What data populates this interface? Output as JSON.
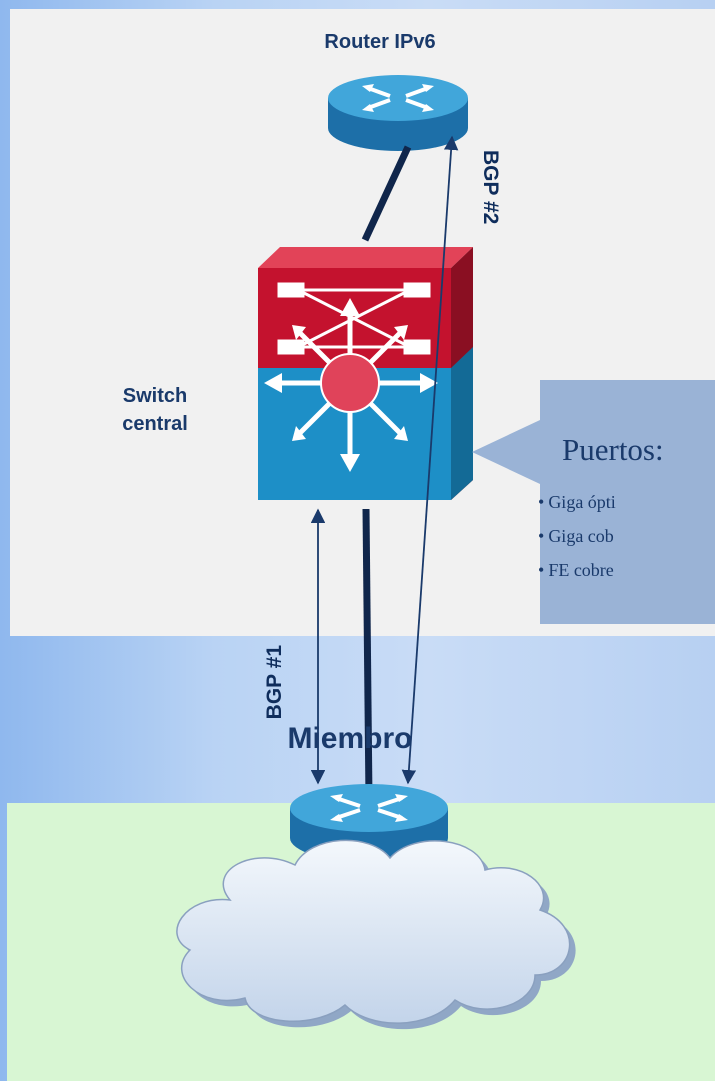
{
  "diagram": {
    "router_label": "Router IPv6",
    "switch_label_line1": "Switch",
    "switch_label_line2": "central",
    "bgp1_label": "BGP #1",
    "bgp2_label": "BGP #2",
    "member_label": "Miembro",
    "callout": {
      "title": "Puertos:",
      "items": [
        "Giga ópti",
        "Giga cob",
        "FE cobre"
      ]
    },
    "colors": {
      "router": "#3f9fd6",
      "switch_top": "#c4122e",
      "switch_body": "#1d8fc7",
      "cloud": "#dde8f5",
      "panel_top": "#f1f1f1",
      "panel_bottom": "#d8f6d3"
    },
    "icons": [
      "router-icon",
      "switch-icon",
      "cloud-icon"
    ]
  }
}
